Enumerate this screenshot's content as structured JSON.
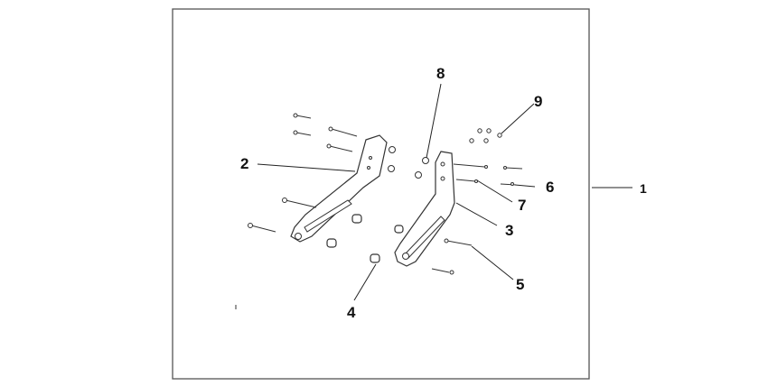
{
  "diagram": {
    "callouts": {
      "c1": "1",
      "c2": "2",
      "c3": "3",
      "c4": "4",
      "c5": "5",
      "c6": "6",
      "c7": "7",
      "c8": "8",
      "c9": "9"
    },
    "colors": {
      "line": "#333333",
      "frame": "#555555",
      "background": "#ffffff"
    }
  }
}
